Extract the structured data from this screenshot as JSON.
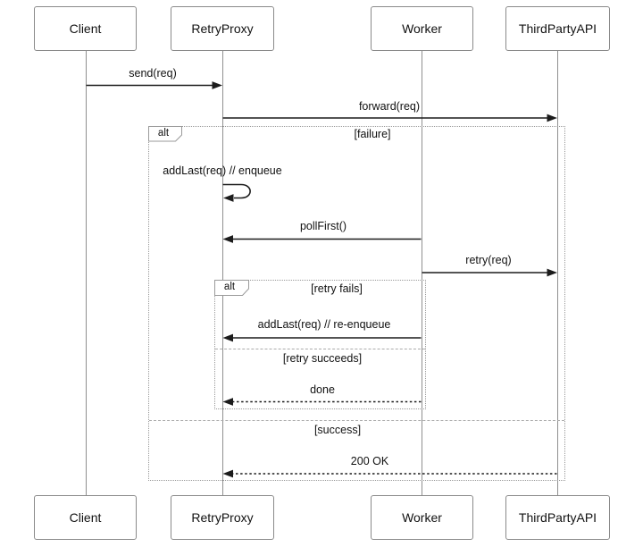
{
  "diagram_type": "uml-sequence-diagram",
  "colors": {
    "background": "#ffffff",
    "message_line": "#1c1c1c",
    "frame_border": "#999999",
    "lifeline": "#8f8f8f",
    "box_border": "#8a8a8a",
    "text": "#111111"
  },
  "participants": [
    {
      "name": "Client"
    },
    {
      "name": "RetryProxy"
    },
    {
      "name": "Worker"
    },
    {
      "name": "ThirdPartyAPI"
    }
  ],
  "messages": {
    "send": {
      "label": "send(req)",
      "from": "Client",
      "to": "RetryProxy",
      "style": "solid"
    },
    "forward": {
      "label": "forward(req)",
      "from": "RetryProxy",
      "to": "ThirdPartyAPI",
      "style": "solid"
    },
    "enqueue": {
      "label": "addLast(req) // enqueue",
      "from": "RetryProxy",
      "to": "RetryProxy",
      "style": "self"
    },
    "poll": {
      "label": "pollFirst()",
      "from": "Worker",
      "to": "RetryProxy",
      "style": "solid"
    },
    "retry": {
      "label": "retry(req)",
      "from": "Worker",
      "to": "ThirdPartyAPI",
      "style": "solid"
    },
    "reenqueue": {
      "label": "addLast(req) // re-enqueue",
      "from": "Worker",
      "to": "RetryProxy",
      "style": "solid"
    },
    "done": {
      "label": "done",
      "from": "Worker",
      "to": "RetryProxy",
      "style": "dashed"
    },
    "ok": {
      "label": "200 OK",
      "from": "ThirdPartyAPI",
      "to": "RetryProxy",
      "style": "dashed"
    }
  },
  "fragments": {
    "outer": {
      "operator": "alt",
      "guards": [
        "[failure]",
        "[success]"
      ]
    },
    "inner": {
      "operator": "alt",
      "guards": [
        "[retry fails]",
        "[retry succeeds]"
      ]
    }
  }
}
